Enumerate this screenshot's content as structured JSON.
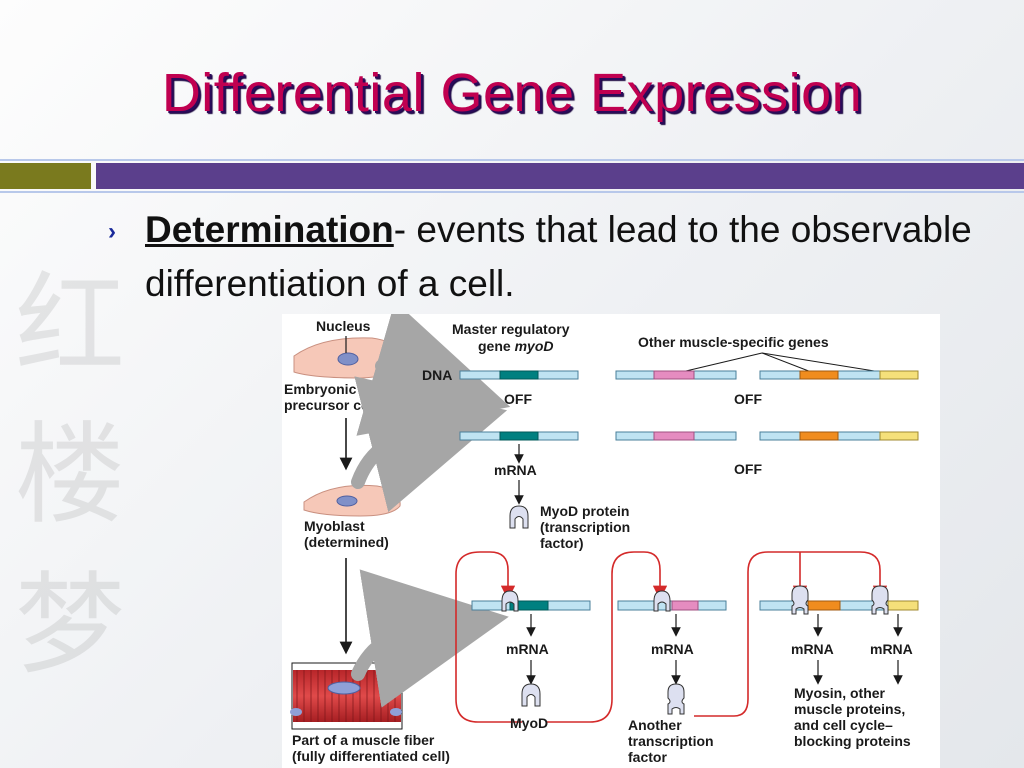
{
  "slide": {
    "title": "Differential Gene Expression",
    "bullet_term": "Determination",
    "bullet_rest": "- events that lead to the observable differentiation of a cell."
  },
  "diagram": {
    "nucleus": "Nucleus",
    "embryonic_line1": "Embryonic",
    "embryonic_line2": "precursor cell",
    "myoblast_line1": "Myoblast",
    "myoblast_line2": "(determined)",
    "fiber_line1": "Part of a muscle fiber",
    "fiber_line2": "(fully differentiated cell)",
    "master_line1": "Master regulatory",
    "master_line2_a": "gene ",
    "master_line2_b": "myoD",
    "other_genes": "Other muscle-specific genes",
    "dna": "DNA",
    "off": "OFF",
    "mrna": "mRNA",
    "myod_protein_line1": "MyoD protein",
    "myod_protein_line2": "(transcription",
    "myod_protein_line3": "factor)",
    "myod": "MyoD",
    "another_line1": "Another",
    "another_line2": "transcription",
    "another_line3": "factor",
    "myosin_line1": "Myosin, other",
    "myosin_line2": "muscle proteins,",
    "myosin_line3": "and cell cycle–",
    "myosin_line4": "blocking proteins"
  },
  "colors": {
    "dna_strand": "#bfe3f2",
    "myod_gene": "#008080",
    "pink_gene": "#e58cc0",
    "orange_gene": "#f08c1e",
    "yellow_gene": "#f5e07a",
    "red_arrow": "#d42a2a",
    "gray_arrow": "#a6a6a6"
  }
}
